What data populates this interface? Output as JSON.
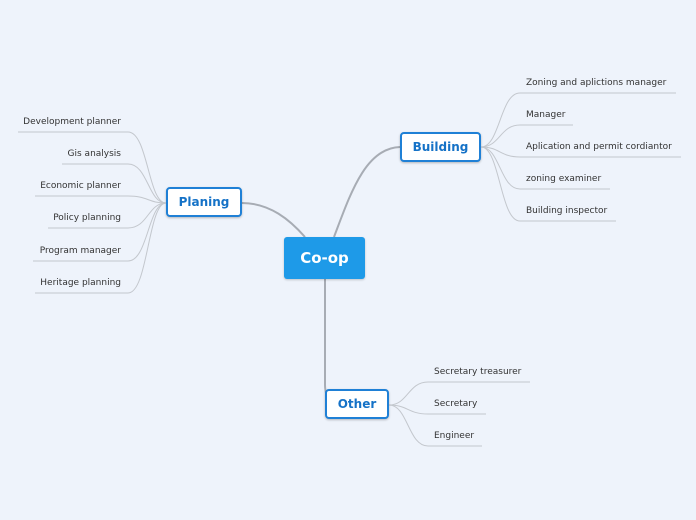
{
  "colors": {
    "background": "#eef3fb",
    "central_fill": "#1e9ae8",
    "main_border": "#1f80d6",
    "main_text": "#1572c7",
    "connector": "#a7acb4",
    "leaf_line": "#c3c7cd"
  },
  "central": {
    "label": "Co-op"
  },
  "branches": {
    "building": {
      "label": "Building",
      "items": [
        "Zoning and aplictions manager",
        "Manager",
        "Aplication and permit cordiantor",
        "zoning examiner",
        "Building inspector"
      ]
    },
    "planing": {
      "label": "Planing",
      "items": [
        "Development planner",
        "Gis analysis",
        "Economic planner",
        "Policy planning",
        "Program manager",
        "Heritage planning"
      ]
    },
    "other": {
      "label": "Other",
      "items": [
        "Secretary treasurer",
        "Secretary",
        "Engineer"
      ]
    }
  }
}
